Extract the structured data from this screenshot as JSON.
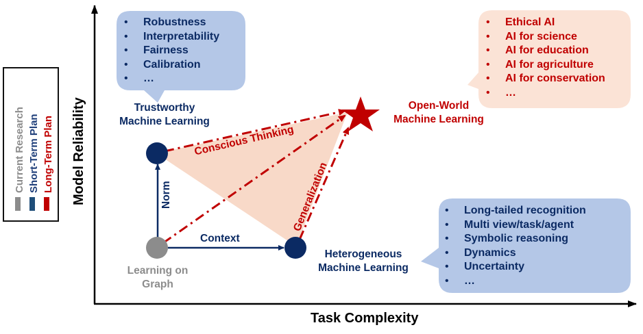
{
  "colors": {
    "navy": "#0b2a63",
    "gray": "#8c8c8c",
    "red": "#c00000",
    "blue_bubble": "#b4c7e7",
    "peach_bubble": "#fbe3d6",
    "triangle_fill": "#f8d9c8",
    "legend_blue": "#1f4e79"
  },
  "legend": {
    "items": [
      {
        "label": "Current Research",
        "color": "#8c8c8c"
      },
      {
        "label": "Short-Term Plan",
        "color": "#1f3f7a"
      },
      {
        "label": "Long-Term Plan",
        "color": "#c00000"
      }
    ]
  },
  "axes": {
    "y_label": "Model Reliability",
    "x_label": "Task Complexity"
  },
  "nodes": {
    "learning_on_graph": {
      "line1": "Learning on",
      "line2": "Graph",
      "status": "Current Research"
    },
    "trustworthy": {
      "line1": "Trustworthy",
      "line2": "Machine Learning",
      "status": "Short-Term Plan"
    },
    "heterogeneous": {
      "line1": "Heterogeneous",
      "line2": "Machine Learning",
      "status": "Short-Term Plan"
    },
    "open_world": {
      "line1": "Open-World",
      "line2": "Machine Learning",
      "status": "Long-Term Plan"
    }
  },
  "edges": {
    "norm": "Norm",
    "context": "Context",
    "conscious_thinking": "Conscious Thinking",
    "generalization": "Generalization"
  },
  "bubbles": {
    "trustworthy": [
      "Robustness",
      "Interpretability",
      "Fairness",
      "Calibration",
      "…"
    ],
    "open_world": [
      "Ethical AI",
      "AI for science",
      "AI for education",
      "AI for agriculture",
      "AI for conservation",
      "…"
    ],
    "heterogeneous": [
      "Long-tailed recognition",
      "Multi view/task/agent",
      "Symbolic reasoning",
      "Dynamics",
      "Uncertainty",
      "…"
    ]
  }
}
